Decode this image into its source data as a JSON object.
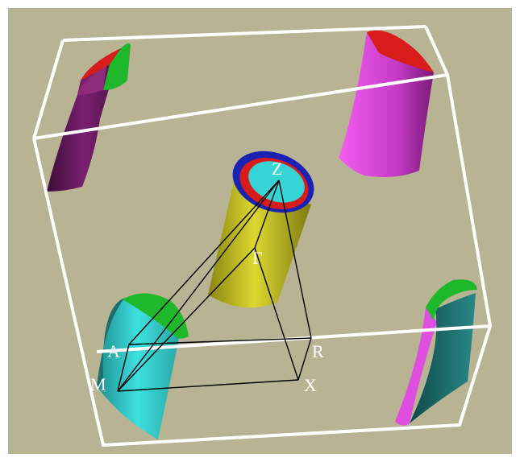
{
  "figure": {
    "background_color": "#b8b493",
    "frame_color": "#ffffff",
    "path_color": "#000000"
  },
  "labels": {
    "Z": "Z",
    "Gamma": "Γ",
    "A": "A",
    "R": "R",
    "M": "M",
    "X": "X"
  },
  "surface_colors": {
    "yellow": "#c8c414",
    "cyan": "#2ec6c6",
    "blue": "#1a22b4",
    "red": "#d81c1c",
    "green": "#1fb82a",
    "magenta": "#d23ad2",
    "purple": "#5a1450",
    "teal": "#1f6e6e"
  }
}
